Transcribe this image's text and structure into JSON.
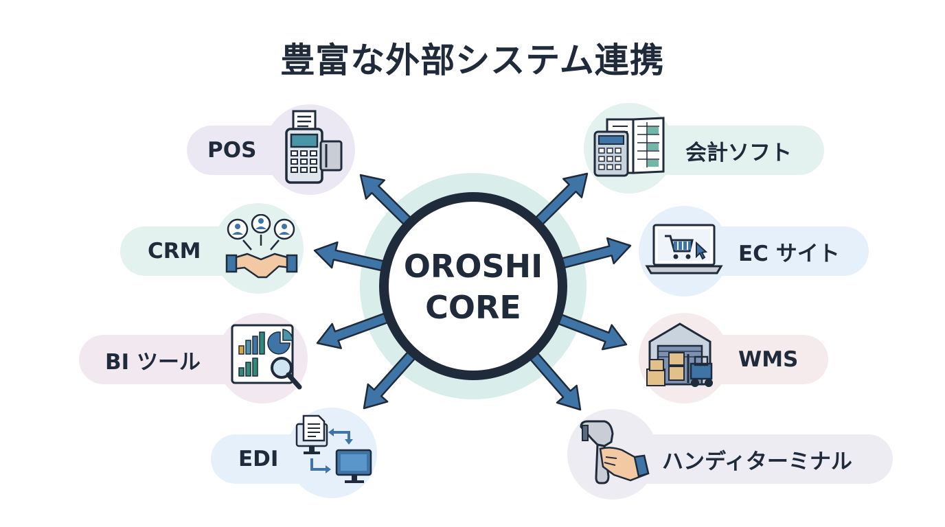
{
  "title": "豊富な外部システム連携",
  "core": {
    "line1": "OROSHI",
    "line2": "CORE"
  },
  "left_items": [
    {
      "label": "POS",
      "icon": "pos-terminal-icon",
      "tint": "#ebe8f4"
    },
    {
      "label": "CRM",
      "icon": "handshake-people-icon",
      "tint": "#e3f2ef"
    },
    {
      "label": "BI ツール",
      "icon": "analytics-chart-icon",
      "tint": "#f2e8f0"
    },
    {
      "label": "EDI",
      "icon": "data-exchange-icon",
      "tint": "#e6f0fa"
    }
  ],
  "right_items": [
    {
      "label": "会計ソフト",
      "icon": "calculator-ledger-icon",
      "tint": "#e3f2ef"
    },
    {
      "label": "EC サイト",
      "icon": "ecommerce-laptop-icon",
      "tint": "#e6f0fa"
    },
    {
      "label": "WMS",
      "icon": "warehouse-forklift-icon",
      "tint": "#f6ebec"
    },
    {
      "label": "ハンディターミナル",
      "icon": "barcode-scanner-icon",
      "tint": "#ececf2"
    }
  ],
  "colors": {
    "ring": "#1f2a3a",
    "halo": "#d9eeea",
    "arrow": "#3f74a6",
    "arrow_outline": "#1f2a3a",
    "text": "#1f2a3a"
  }
}
